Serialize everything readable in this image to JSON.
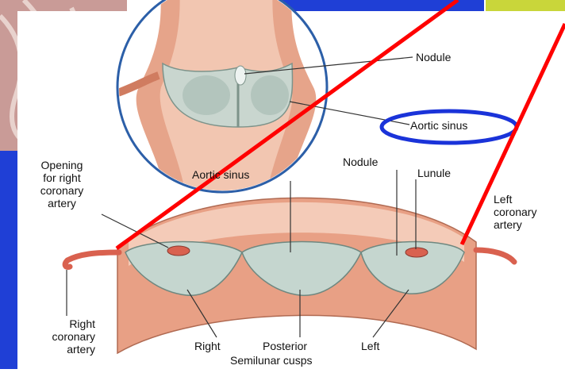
{
  "labels": {
    "nodule_top": "Nodule",
    "aortic_sinus_top": "Aortic sinus",
    "opening_right": "Opening\nfor right\ncoronary\nartery",
    "aortic_sinus_mid": "Aortic sinus",
    "nodule_mid": "Nodule",
    "lunule": "Lunule",
    "left_coronary": "Left\ncoronary\nartery",
    "right_coronary": "Right\ncoronary\nartery",
    "cusp_right": "Right",
    "cusp_posterior": "Posterior",
    "cusp_left": "Left",
    "semilunar_cusps": "Semilunar cusps"
  },
  "colors": {
    "background_blue": "#1f3fd6",
    "accent_lime": "#c9d63a",
    "annotation_red": "#ff0000",
    "circle_blue": "#1a33d9",
    "vessel_wall": "#e8a085",
    "cusp": "#b8cbc4"
  }
}
